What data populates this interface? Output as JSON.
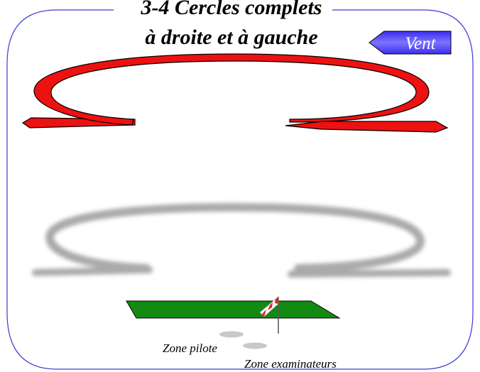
{
  "title": {
    "line1": "3-4 Cercles complets",
    "line2": "à droite et à gauche"
  },
  "wind": {
    "label": "Vent"
  },
  "zones": {
    "pilot": "Zone pilote",
    "examiners": "Zone examinateurs"
  },
  "colors": {
    "frame": "#3a3ad0",
    "flight_path": "#ee1111",
    "flight_path_outline": "#000000",
    "shadow_path": "#aaaaaa",
    "runway": "#138a13",
    "windsock_red": "#e02020",
    "zone_marker": "#c8c8c8"
  }
}
